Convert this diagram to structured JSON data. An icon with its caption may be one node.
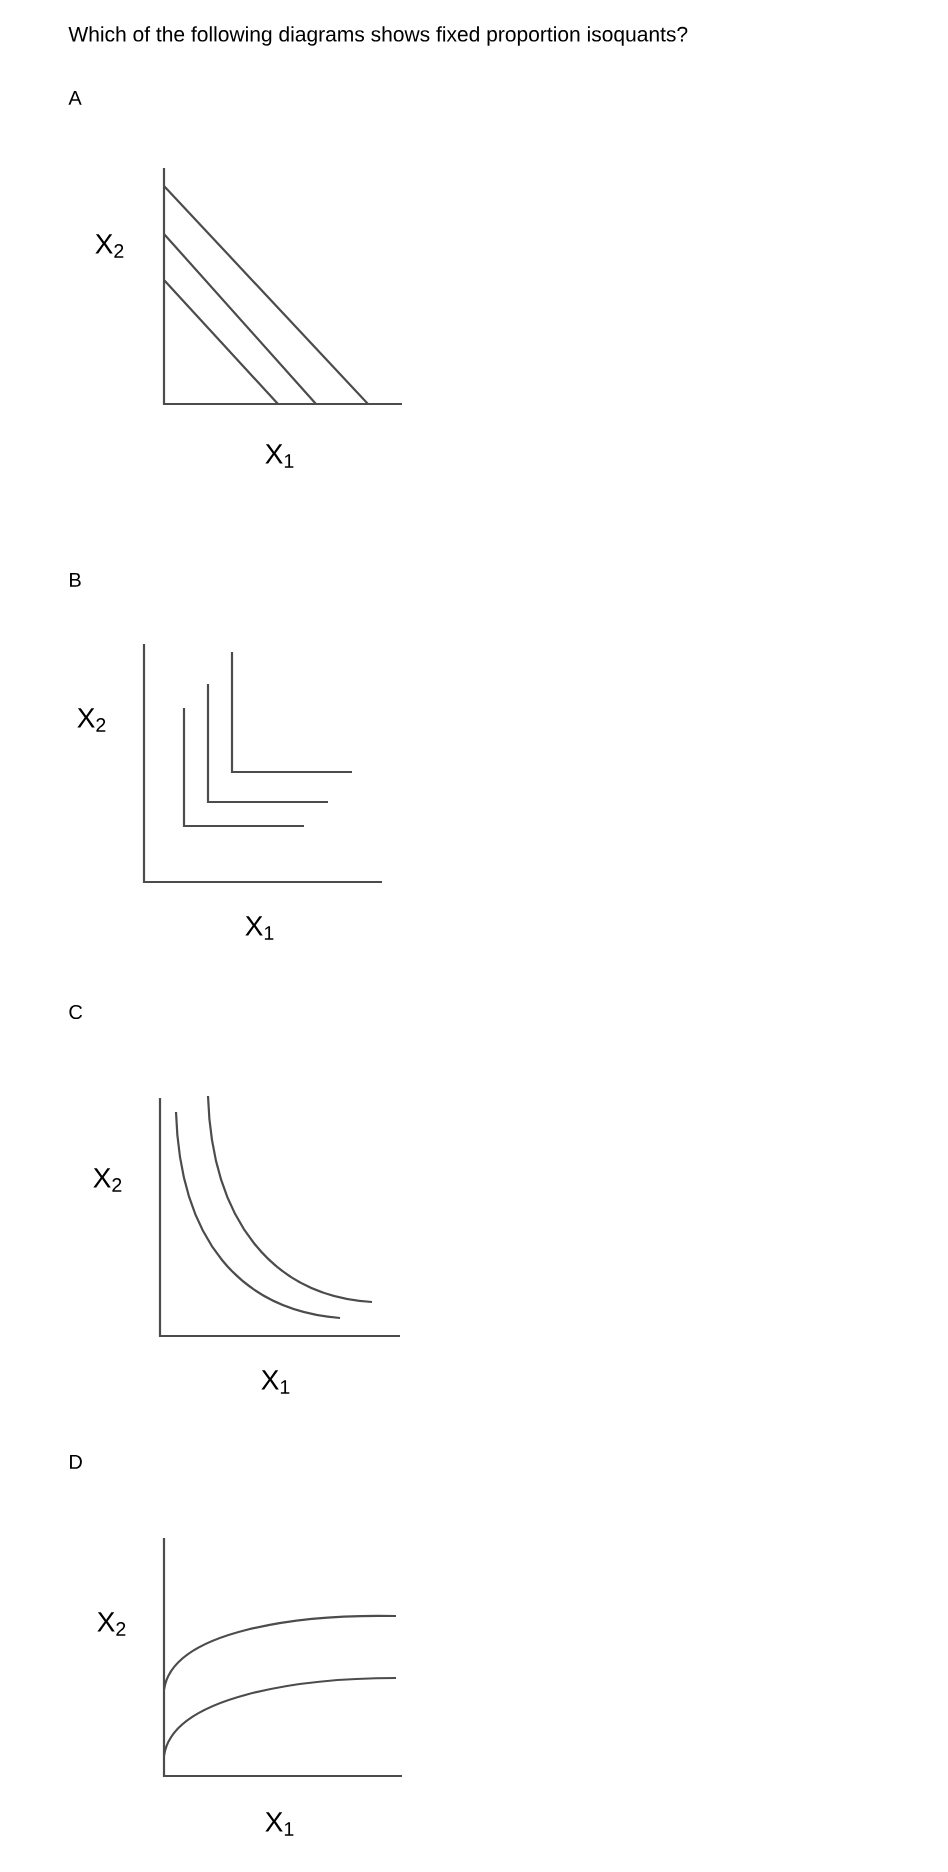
{
  "diagram": {
    "title": "Which of the following diagrams shows fixed proportion isoquants?",
    "labels": [
      "A",
      "X$_{2}$",
      "X$_{1}$",
      "B",
      "X$_{2}$",
      "X$_{1}$",
      "C",
      "X$_{2}$",
      "X$_{1}$",
      "D",
      "X$_{2}$",
      "X$_{1}$"
    ]
  }
}
